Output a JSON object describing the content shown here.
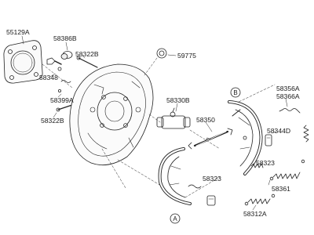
{
  "diagram": {
    "part_labels": [
      {
        "id": "lbl-55129a",
        "text": "55129A"
      },
      {
        "id": "lbl-58386b",
        "text": "58386B"
      },
      {
        "id": "lbl-58322b-top",
        "text": "58322B"
      },
      {
        "id": "lbl-59775",
        "text": "59775"
      },
      {
        "id": "lbl-58348",
        "text": "58348"
      },
      {
        "id": "lbl-58399a",
        "text": "58399A"
      },
      {
        "id": "lbl-58322b-bot",
        "text": "58322B"
      },
      {
        "id": "lbl-58330b",
        "text": "58330B"
      },
      {
        "id": "lbl-58350",
        "text": "58350"
      },
      {
        "id": "lbl-58356a",
        "text": "58356A"
      },
      {
        "id": "lbl-58366a",
        "text": "58366A"
      },
      {
        "id": "lbl-58344d",
        "text": "58344D"
      },
      {
        "id": "lbl-58323-right",
        "text": "58323"
      },
      {
        "id": "lbl-58323-left",
        "text": "58323"
      },
      {
        "id": "lbl-58361",
        "text": "58361"
      },
      {
        "id": "lbl-58312a",
        "text": "58312A"
      }
    ],
    "callouts": {
      "a": "A",
      "b": "B"
    }
  }
}
